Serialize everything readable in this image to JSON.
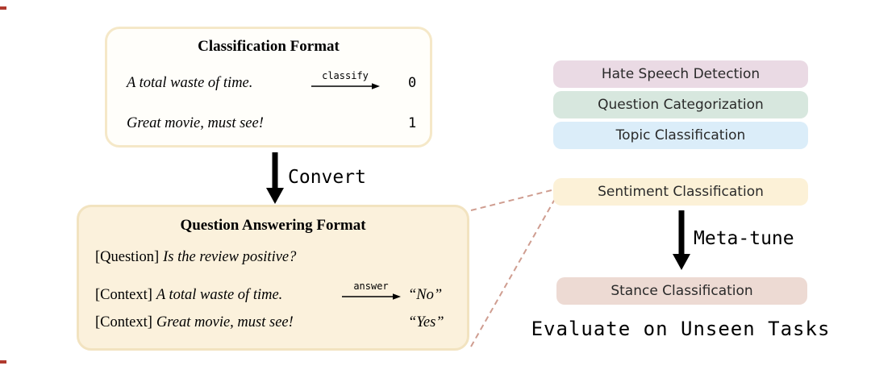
{
  "classification_box": {
    "title": "Classification Format",
    "arrow_label": "classify",
    "rows": [
      {
        "text": "A total waste of time.",
        "value": "0"
      },
      {
        "text": "Great movie, must see!",
        "value": "1"
      }
    ]
  },
  "convert": {
    "label": "Convert"
  },
  "qa_box": {
    "title": "Question Answering Format",
    "question_prefix": "[Question]",
    "question_text": "Is the review positive?",
    "arrow_label": "answer",
    "contexts": [
      {
        "prefix": "[Context]",
        "text": "A total waste of time.",
        "answer": "“No”"
      },
      {
        "prefix": "[Context]",
        "text": "Great movie, must see!",
        "answer": "“Yes”"
      }
    ]
  },
  "tasks": {
    "seen": [
      {
        "label": "Hate Speech Detection",
        "color": "#EADAE4"
      },
      {
        "label": "Question Categorization",
        "color": "#D7E7DE"
      },
      {
        "label": "Topic Classification",
        "color": "#DBEDF9"
      },
      {
        "label": "Sentiment Classification",
        "color": "#FCF1D7"
      }
    ],
    "meta_tune_label": "Meta-tune",
    "unseen": {
      "label": "Stance Classification",
      "color": "#EDDAD3"
    },
    "evaluate_label": "Evaluate on Unseen Tasks"
  },
  "colors": {
    "box_border": "#F5E8C8",
    "qa_box_bg": "#FBF1DC",
    "dashed_connector": "#CF9D90",
    "arrow": "#000000"
  }
}
